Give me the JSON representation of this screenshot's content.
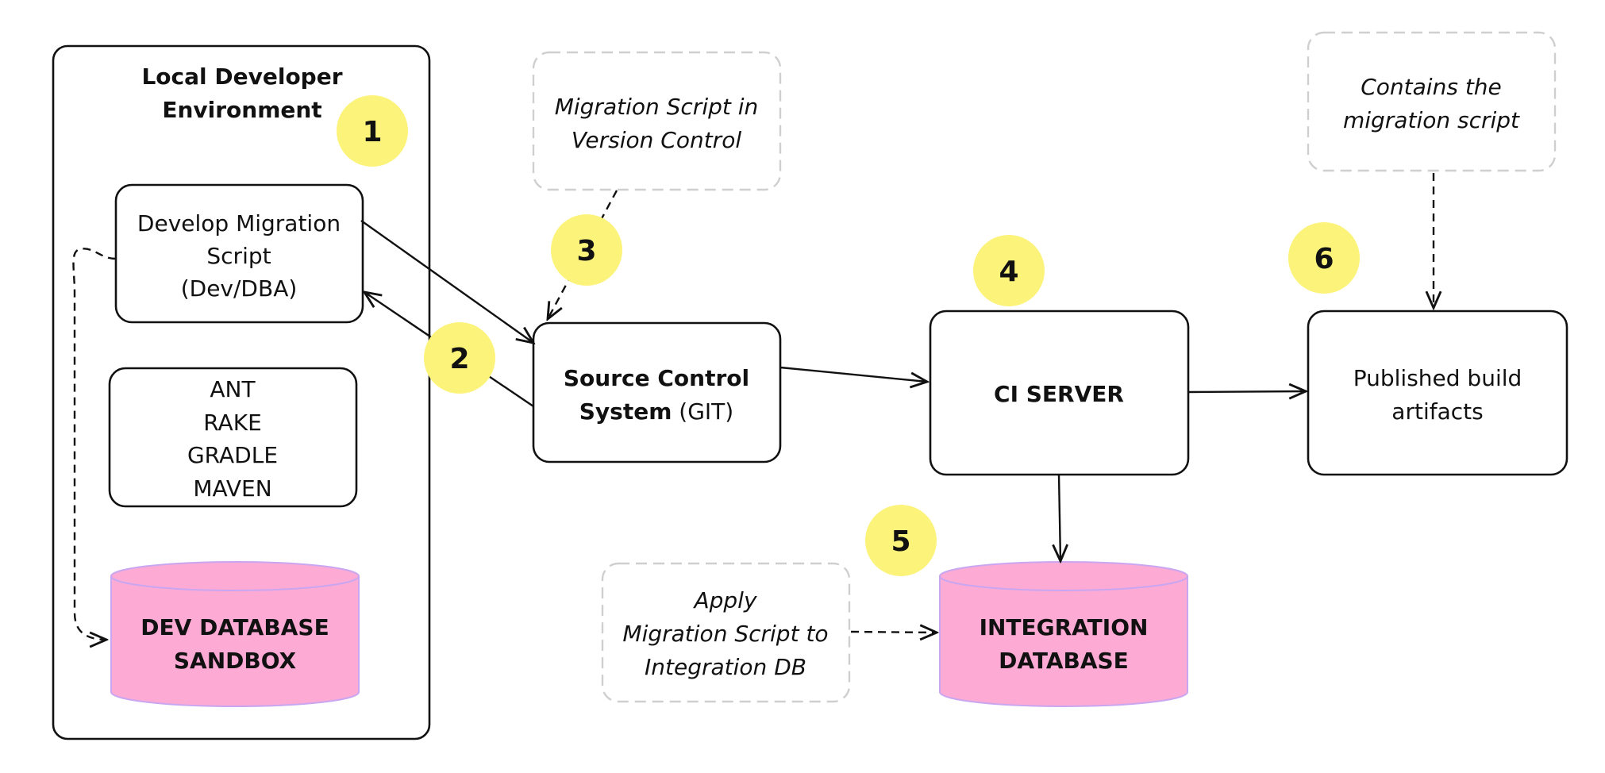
{
  "local_env": {
    "title_line1": "Local Developer",
    "title_line2": "Environment"
  },
  "develop_box": {
    "line1": "Develop Migration",
    "line2": "Script",
    "line3": "(Dev/DBA)"
  },
  "tools_box": {
    "items": [
      "ANT",
      "RAKE",
      "GRADLE",
      "MAVEN"
    ]
  },
  "dev_db": {
    "line1": "DEV DATABASE",
    "line2": "SANDBOX"
  },
  "source_control": {
    "line1": "Source Control",
    "line2_bold": "System",
    "line2_rest": " (GIT)"
  },
  "ci_server": {
    "label": "CI SERVER"
  },
  "artifacts": {
    "line1": "Published build",
    "line2": "artifacts"
  },
  "integration_db": {
    "line1": "INTEGRATION",
    "line2": "DATABASE"
  },
  "notes": {
    "version_control": {
      "line1": "Migration Script in",
      "line2": "Version Control"
    },
    "contains": {
      "line1": "Contains the",
      "line2": "migration script"
    },
    "apply": {
      "line1": "Apply",
      "line2": "Migration Script to",
      "line3": "Integration DB"
    }
  },
  "badges": [
    "1",
    "2",
    "3",
    "4",
    "5",
    "6"
  ],
  "colors": {
    "badge": "#fbf37a",
    "database": "#fdaad5",
    "database_edge": "#c9a6f0",
    "note_border": "#cfcfcf"
  }
}
